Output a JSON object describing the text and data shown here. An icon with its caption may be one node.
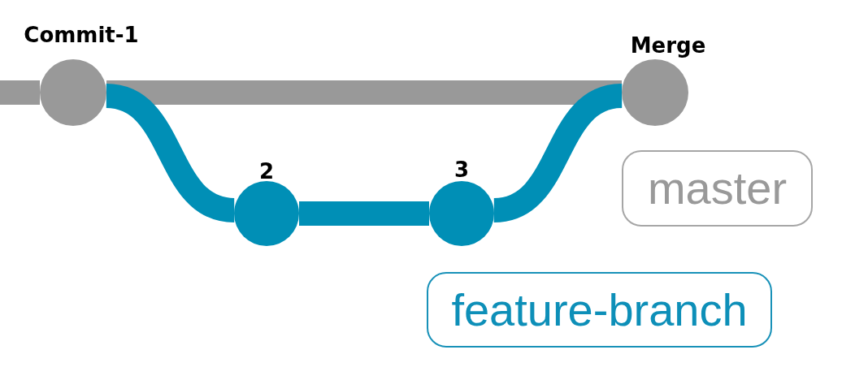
{
  "diagram": {
    "nodes": [
      {
        "text": [
          "Commit-1"
        ]
      },
      {
        "text": [
          "2"
        ]
      },
      {
        "text": [
          "3"
        ]
      },
      {
        "text": [
          "Merge"
        ]
      },
      {
        "text": [
          "master"
        ]
      },
      {
        "text": [
          "feature-branch"
        ]
      }
    ],
    "edges": [
      {
        "from": null,
        "to": 0,
        "arrow": "none",
        "color": "#999999"
      },
      {
        "from": 0,
        "to": 3,
        "arrow": "none",
        "color": "#999999"
      },
      {
        "from": 0,
        "to": 1,
        "arrow": "none"
      },
      {
        "from": 1,
        "to": 2,
        "arrow": "none"
      },
      {
        "from": 2,
        "to": 3,
        "arrow": "none"
      }
    ]
  }
}
